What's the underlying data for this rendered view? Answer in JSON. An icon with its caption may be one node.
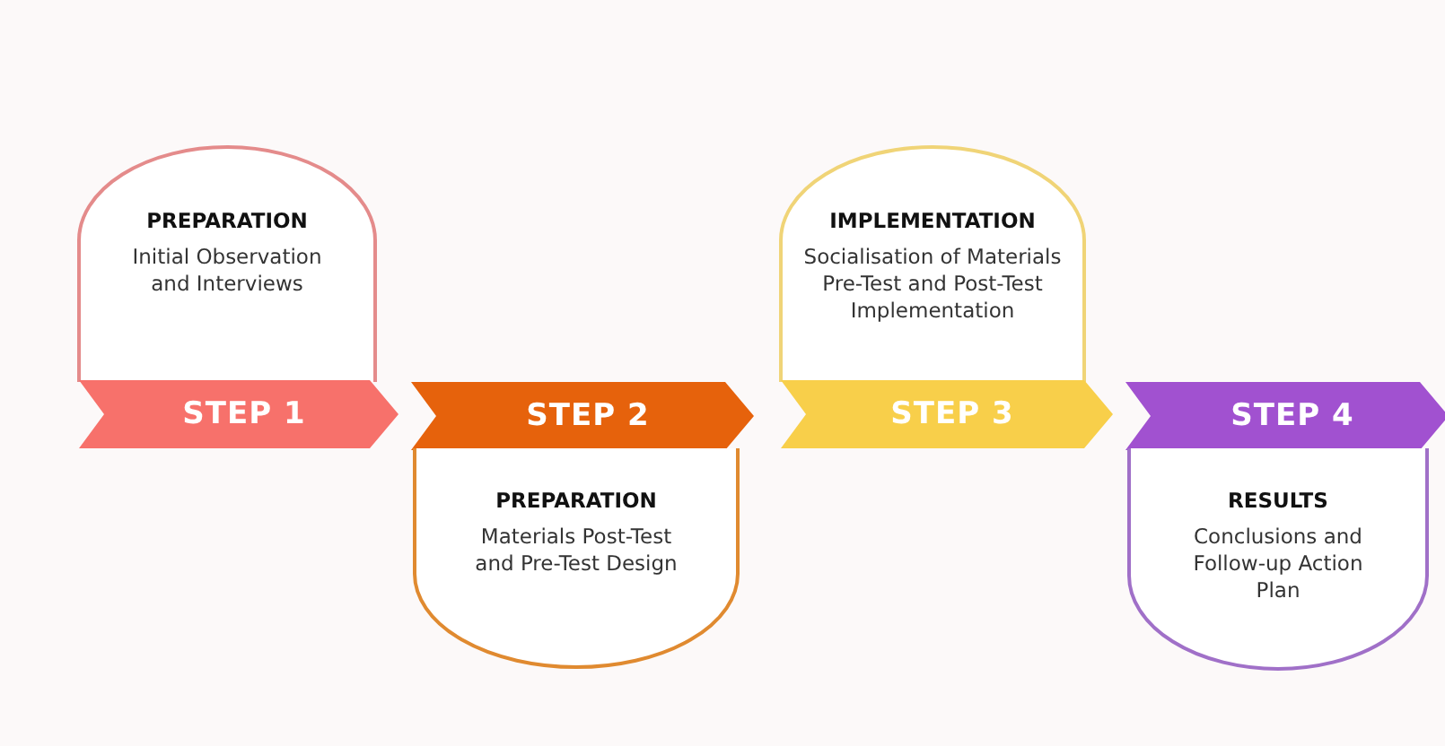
{
  "diagram": {
    "nodes": [
      {
        "text": [
          "PREPARATION",
          "Initial Observation and Interviews"
        ]
      },
      {
        "text": [
          "STEP 1"
        ]
      },
      {
        "text": [
          "STEP 2"
        ]
      },
      {
        "text": [
          "PREPARATION",
          "Materials Post-Test and Pre-Test Design"
        ]
      },
      {
        "text": [
          "IMPLEMENTATION",
          "Socialisation of Materials",
          "Pre-Test and Post-Test Implementation"
        ]
      },
      {
        "text": [
          "STEP 3"
        ]
      },
      {
        "text": [
          "STEP 4"
        ]
      },
      {
        "text": [
          "RESULTS",
          "Conclusions and Follow-up Action Plan"
        ]
      }
    ]
  }
}
